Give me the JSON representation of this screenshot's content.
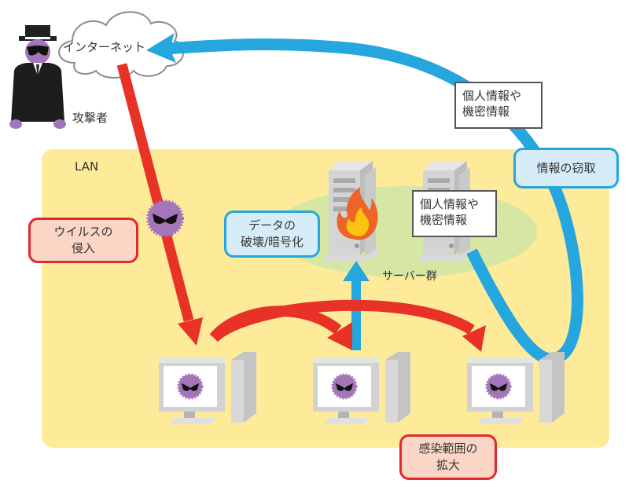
{
  "diagram": {
    "internet_label": "インターネット",
    "attacker_label": "攻撃者",
    "lan_label": "LAN",
    "server_group_label": "サーバー群",
    "callouts": {
      "virus_intrusion": [
        "ウイルスの",
        "侵入"
      ],
      "data_destruction": [
        "データの",
        "破壊/暗号化"
      ],
      "info_theft": [
        "情報の窃取"
      ],
      "spread": [
        "感染範囲の",
        "拡大"
      ]
    },
    "notes": {
      "stolen_data": [
        "個人情報や",
        "機密情報"
      ],
      "server_data": [
        "個人情報や",
        "機密情報"
      ]
    },
    "colors": {
      "attack_arrow": "#e83127",
      "exfil_arrow": "#26a6df",
      "lan_area": "#fdeb99",
      "server_zone": "#d6e7a3",
      "virus": "#a475b8"
    },
    "nodes": [
      {
        "id": "attacker",
        "label": "攻撃者"
      },
      {
        "id": "internet",
        "label": "インターネット"
      },
      {
        "id": "pc1",
        "label": ""
      },
      {
        "id": "pc2",
        "label": ""
      },
      {
        "id": "pc3",
        "label": ""
      },
      {
        "id": "server1",
        "label": ""
      },
      {
        "id": "server2",
        "label": ""
      }
    ],
    "edges": [
      {
        "from": "internet",
        "to": "pc1",
        "label": "ウイルスの侵入"
      },
      {
        "from": "pc1",
        "to": "pc2",
        "label": "感染範囲の拡大"
      },
      {
        "from": "pc1",
        "to": "pc3",
        "label": "感染範囲の拡大"
      },
      {
        "from": "pc2",
        "to": "server1",
        "label": "データの破壊/暗号化"
      },
      {
        "from": "server2",
        "to": "internet",
        "label": "情報の窃取"
      }
    ]
  }
}
